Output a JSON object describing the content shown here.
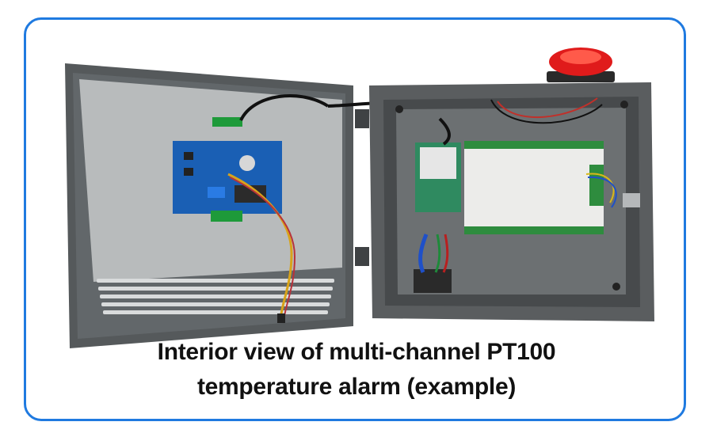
{
  "caption": {
    "line1": "Interior view of multi-channel PT100",
    "line2": "temperature alarm (example)"
  },
  "colors": {
    "frame_border": "#1f7ae0",
    "enclosure": "#5a5d5f",
    "plate": "#b9bcbd",
    "pcb": "#1a5fb4",
    "beacon": "#e01b1b"
  },
  "icons": {
    "photo": "enclosure-photo"
  }
}
